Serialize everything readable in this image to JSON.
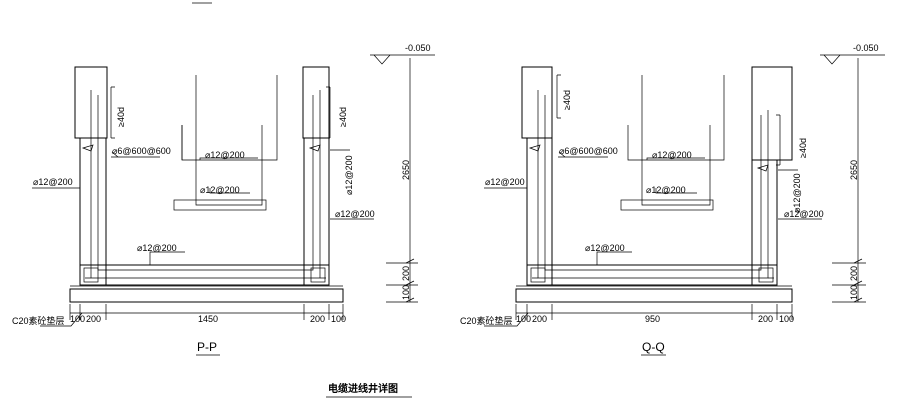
{
  "drawing_title": "电缆进线井详图",
  "sections": [
    {
      "section_label": "P-P",
      "elevation": "-0.050",
      "height_dim": "2650",
      "slab_dim": "200",
      "pad_dim": "100",
      "bar_side_top": "⌀6@600@600",
      "bar_left_wall": "⌀12@200",
      "bar_inner_1": "⌀12@200",
      "bar_inner_2": "⌀12@200",
      "bar_right_vert": "⌀12@200",
      "bar_right_wall": "⌀12@200",
      "bar_bottom": "⌀12@200",
      "lap_left": "≥40d",
      "lap_right": "≥40d",
      "concrete_label": "C20素砼垫层",
      "dim_b1": "100",
      "dim_b2": "200",
      "dim_b3": "1450",
      "dim_b4": "200",
      "dim_b5": "100"
    },
    {
      "section_label": "Q-Q",
      "elevation": "-0.050",
      "height_dim": "2650",
      "slab_dim": "200",
      "pad_dim": "100",
      "bar_side_top": "⌀6@600@600",
      "bar_left_wall": "⌀12@200",
      "bar_inner_1": "⌀12@200",
      "bar_inner_2": "⌀12@200",
      "bar_right_vert": "⌀12@200",
      "bar_right_wall": "⌀12@200",
      "bar_bottom": "⌀12@200",
      "lap_left": "≥40d",
      "lap_right": "≥40d",
      "concrete_label": "C20素砼垫层",
      "dim_b1": "100",
      "dim_b2": "200",
      "dim_b3": "950",
      "dim_b4": "200",
      "dim_b5": "100"
    }
  ]
}
